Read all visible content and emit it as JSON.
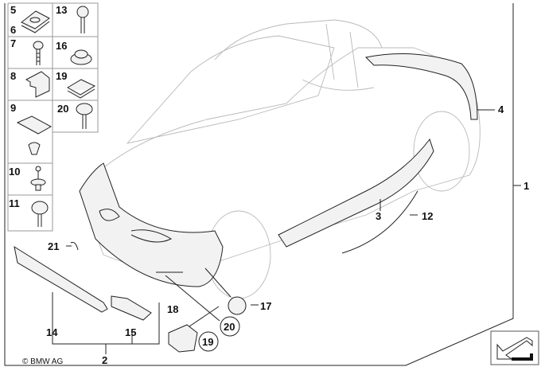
{
  "diagram": {
    "copyright": "© BMW AG",
    "fastener_panel": [
      {
        "label_a": "5",
        "label_b": "6"
      },
      {
        "label_a": "7"
      },
      {
        "label_a": "8"
      },
      {
        "label_a": "9"
      },
      {
        "label_a": "10"
      },
      {
        "label_a": "11"
      },
      {
        "label_a": "13"
      },
      {
        "label_a": "16"
      },
      {
        "label_a": "19"
      },
      {
        "label_a": "20"
      }
    ],
    "callouts": {
      "p1": "1",
      "p2": "2",
      "p3": "3",
      "p4": "4",
      "p12": "12",
      "p14": "14",
      "p15": "15",
      "p17": "17",
      "p18": "18",
      "p19": "19",
      "p20": "20",
      "p21": "21"
    }
  }
}
